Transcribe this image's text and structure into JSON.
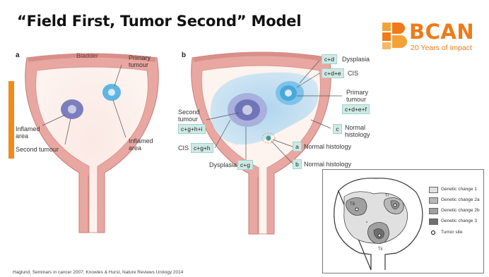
{
  "slide": {
    "title": "“Field First, Tumor Second” Model",
    "logo": {
      "name": "BCAN",
      "tagline": "20 Years of Impact"
    },
    "footer": "Haglund, Seminars in cancer 2007; Knowles & Hurst, Nature Reviews Urology 2014"
  },
  "panel_a": {
    "letter": "a",
    "bladder": "Bladder",
    "primary": "Primary tumour",
    "inflamed_left": "Inflamed area",
    "second": "Second tumour",
    "inflamed_right": "Inflamed area"
  },
  "panel_b": {
    "letter": "b",
    "dysplasia_top_tag": "c+d",
    "dysplasia_top": "Dysplasia",
    "cis_top_tag": "c+d+e",
    "cis_top": "CIS",
    "primary": "Primary tumour",
    "primary_tag": "c+d+e+f",
    "normal_c_tag": "c",
    "normal_c": "Normal histology",
    "second": "Second tumour",
    "second_tag": "c+g+h+i",
    "normal_a_tag": "a",
    "normal_a": "Normal histology",
    "cis_left": "CIS",
    "cis_left_tag": "c+g+h",
    "dysplasia_bottom": "Dysplasia",
    "dysplasia_bottom_tag": "c+g",
    "normal_b_tag": "b",
    "normal_b": "Normal histology"
  },
  "model_diagram": {
    "labels": {
      "t_iii": "Tiii",
      "t_i": "Ti",
      "t_ii": "Tii"
    },
    "legend": [
      {
        "label": "Genetic change 1",
        "color": "#e0e0e0"
      },
      {
        "label": "Genetic change 2a",
        "color": "#b8b8b8"
      },
      {
        "label": "Genetic change 2b",
        "color": "#a0a0a0"
      },
      {
        "label": "Genetic change 3",
        "color": "#6f6f6f"
      },
      {
        "label": "Tumor site",
        "color": "#ffffff"
      }
    ]
  },
  "colors": {
    "accent": "#f08a1c",
    "brand": "#ee7a1a",
    "tag_bg": "#cfeae5"
  }
}
